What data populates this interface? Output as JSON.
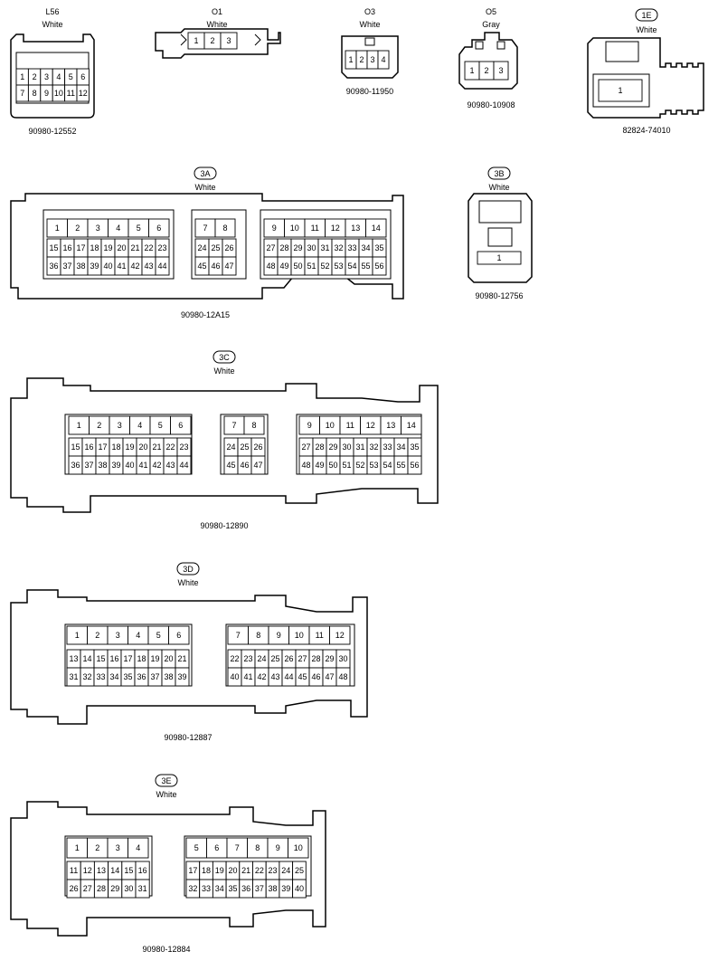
{
  "connectors": [
    {
      "id": "L56",
      "color": "White",
      "part": "90980-12552",
      "code_style": "plain"
    },
    {
      "id": "O1",
      "color": "White",
      "part": "",
      "code_style": "plain"
    },
    {
      "id": "O3",
      "color": "White",
      "part": "90980-11950",
      "code_style": "plain"
    },
    {
      "id": "O5",
      "color": "Gray",
      "part": "90980-10908",
      "code_style": "plain"
    },
    {
      "id": "1E",
      "color": "White",
      "part": "82824-74010",
      "code_style": "oval"
    },
    {
      "id": "3A",
      "color": "White",
      "part": "90980-12A15",
      "code_style": "oval"
    },
    {
      "id": "3B",
      "color": "White",
      "part": "90980-12756",
      "code_style": "oval"
    },
    {
      "id": "3C",
      "color": "White",
      "part": "90980-12890",
      "code_style": "oval"
    },
    {
      "id": "3D",
      "color": "White",
      "part": "90980-12887",
      "code_style": "oval"
    },
    {
      "id": "3E",
      "color": "White",
      "part": "90980-12884",
      "code_style": "oval"
    }
  ]
}
